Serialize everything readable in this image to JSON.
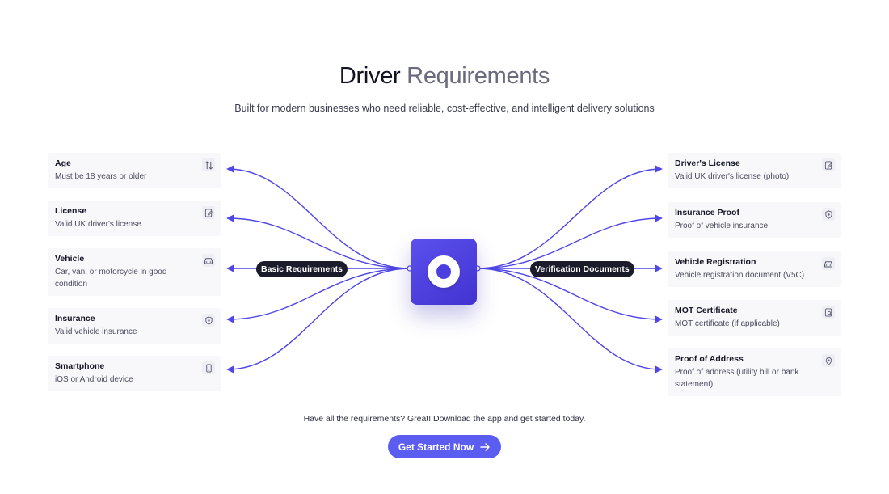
{
  "header": {
    "title_main": "Driver",
    "title_accent": "Requirements",
    "subtitle": "Built for modern businesses who need reliable, cost-effective, and intelligent delivery solutions"
  },
  "colors": {
    "line": "#4f46e5",
    "hub": "#4a3be0",
    "pill": "#1b1c2b",
    "button": "#5b5cf0"
  },
  "left_group": {
    "label": "Basic Requirements",
    "items": [
      {
        "title": "Age",
        "desc": "Must be 18 years or older",
        "icon": "sort-arrows-icon"
      },
      {
        "title": "License",
        "desc": "Valid UK driver's license",
        "icon": "document-edit-icon"
      },
      {
        "title": "Vehicle",
        "desc": "Car, van, or motorcycle in good condition",
        "icon": "car-icon"
      },
      {
        "title": "Insurance",
        "desc": "Valid vehicle insurance",
        "icon": "shield-icon"
      },
      {
        "title": "Smartphone",
        "desc": "iOS or Android device",
        "icon": "smartphone-icon"
      }
    ]
  },
  "right_group": {
    "label": "Verification Documents",
    "items": [
      {
        "title": "Driver's License",
        "desc": "Valid UK driver's license (photo)",
        "icon": "document-edit-icon"
      },
      {
        "title": "Insurance Proof",
        "desc": "Proof of vehicle insurance",
        "icon": "shield-icon"
      },
      {
        "title": "Vehicle Registration",
        "desc": "Vehicle registration document (V5C)",
        "icon": "car-icon"
      },
      {
        "title": "MOT Certificate",
        "desc": "MOT certificate (if applicable)",
        "icon": "document-search-icon"
      },
      {
        "title": "Proof of Address",
        "desc": "Proof of address (utility bill or bank statement)",
        "icon": "location-pin-icon"
      }
    ]
  },
  "footer": {
    "cta_text": "Have all the requirements? Great! Download the app and get started today.",
    "button_label": "Get Started Now",
    "button_icon": "arrow-right-icon"
  }
}
